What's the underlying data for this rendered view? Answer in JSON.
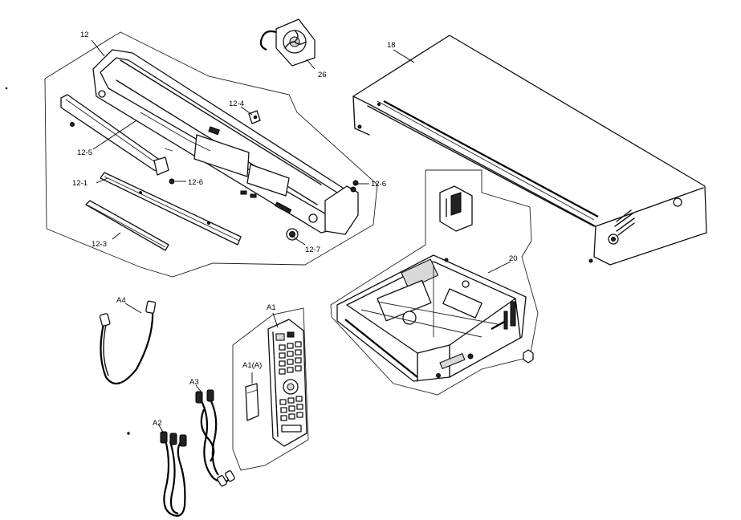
{
  "labels": {
    "front_panel_assembly": "12",
    "door_panel": "12-1",
    "display_window": "12-3",
    "bracket": "12-4",
    "upper_bezel": "12-5",
    "screw_left": "12-6",
    "screw_right": "12-6",
    "knob": "12-7",
    "top_cover": "18",
    "dvd_mechanism": "20",
    "cooling_fan": "26",
    "remote_control": "A1",
    "battery_cover": "A1(A)",
    "av_cable": "A2",
    "audio_cable": "A3",
    "rf_cable": "A4"
  }
}
